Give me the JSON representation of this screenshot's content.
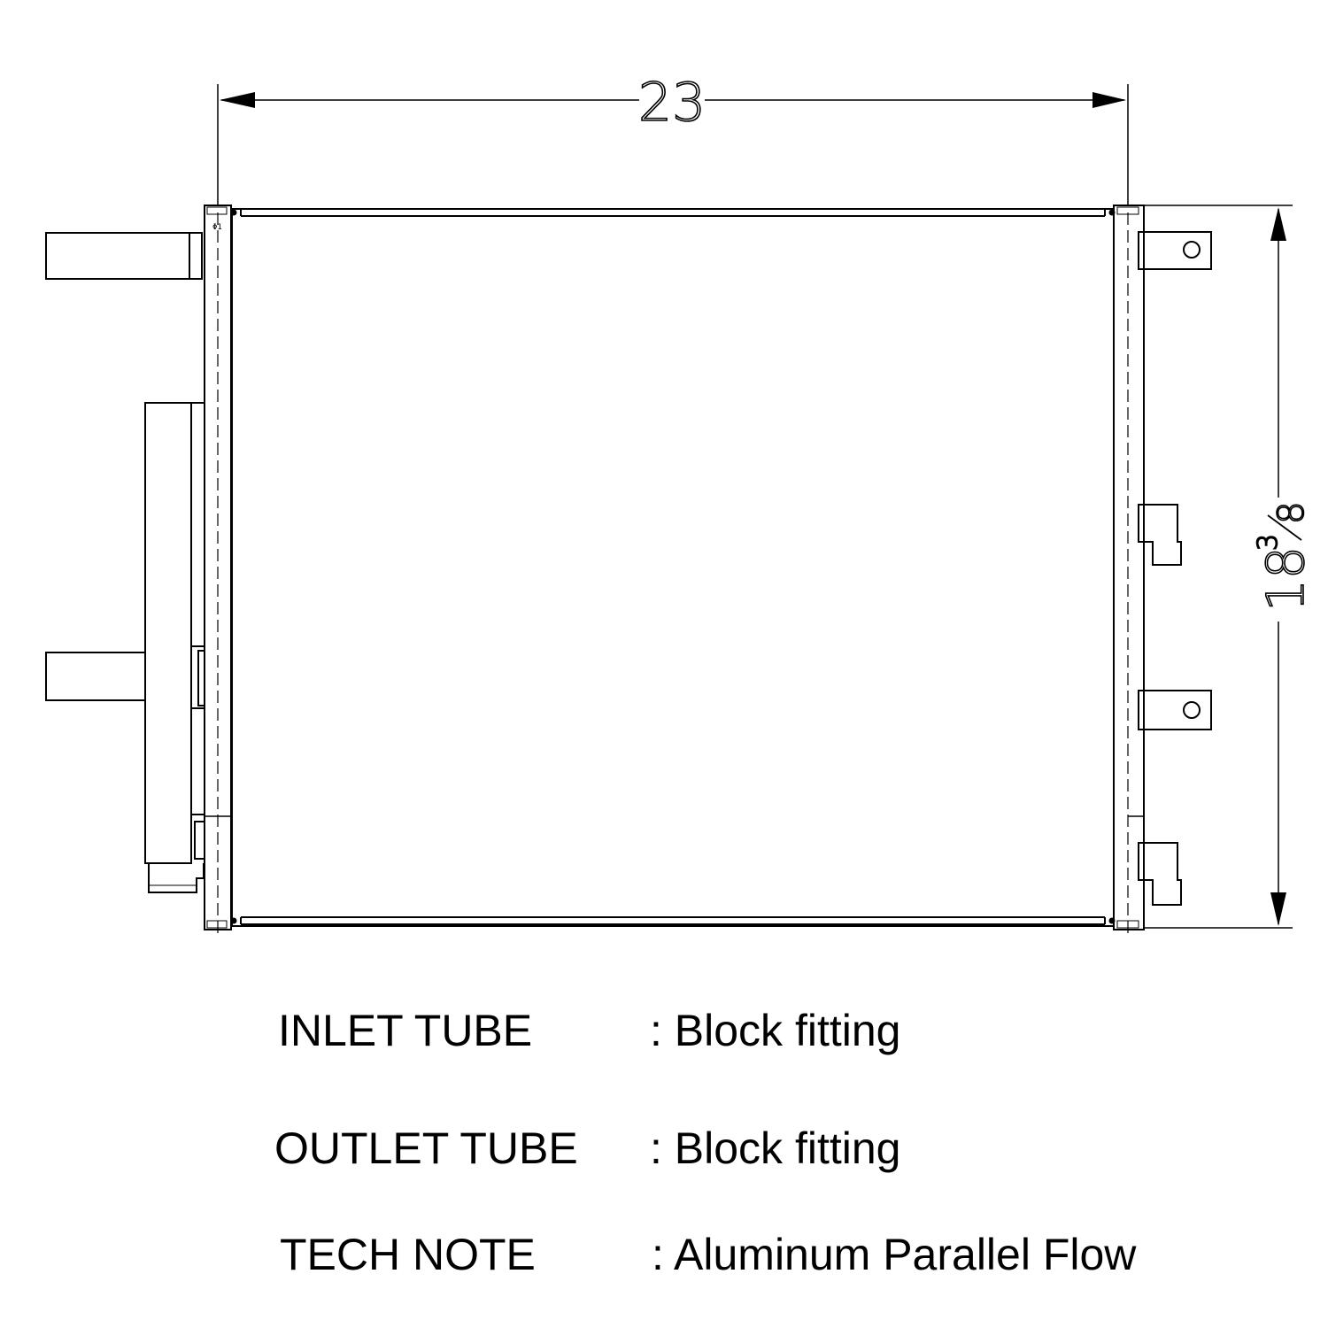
{
  "dimensions": {
    "width": "23",
    "height_whole": "18",
    "height_fraction_num": "3",
    "height_fraction_den": "8"
  },
  "part_mark": "Φ1",
  "specs": [
    {
      "label": "INLET TUBE",
      "value": ": Block fitting"
    },
    {
      "label": "OUTLET TUBE",
      "value": ": Block fitting"
    },
    {
      "label": "TECH NOTE",
      "value": ": Aluminum Parallel Flow"
    }
  ],
  "colors": {
    "line": "#000000",
    "background": "#ffffff"
  }
}
